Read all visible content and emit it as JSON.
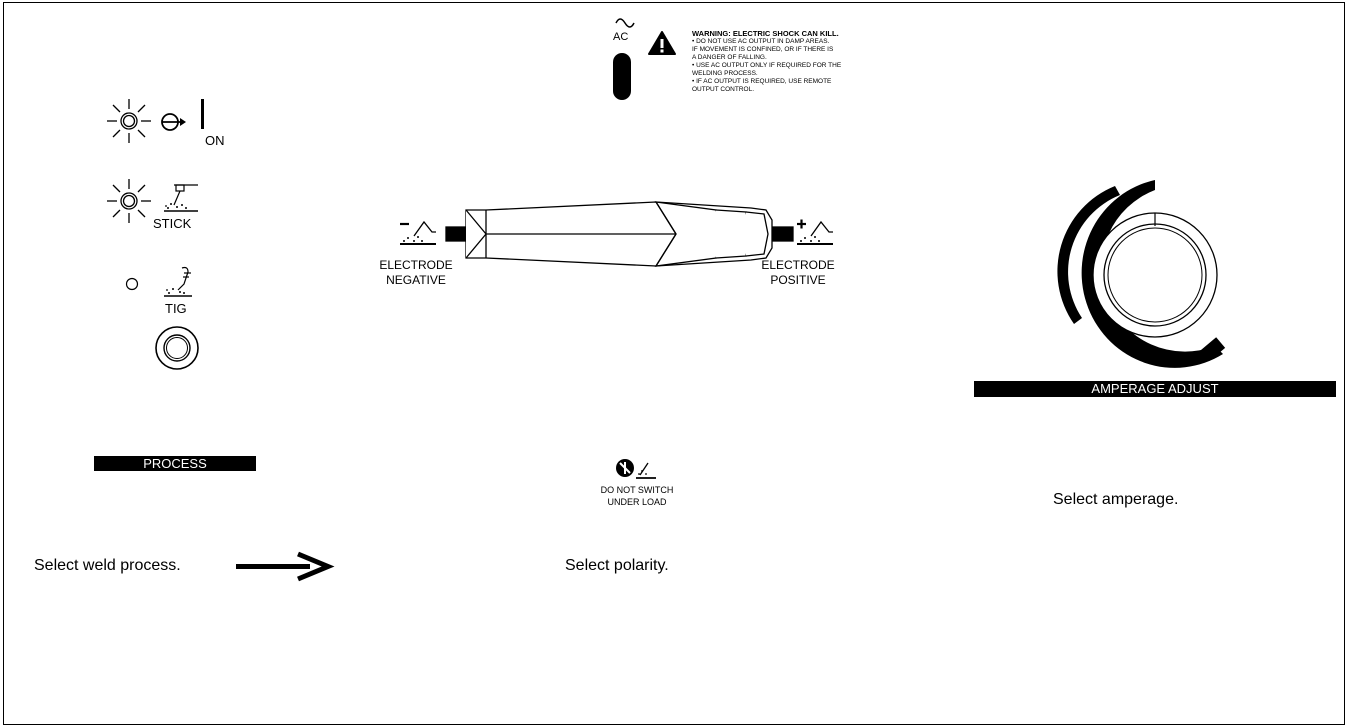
{
  "process_panel": {
    "on_label": "ON",
    "stick_label": "STICK",
    "tig_label": "TIG",
    "process_bar": "PROCESS"
  },
  "ac_panel": {
    "ac_label": "AC",
    "warning_title": "WARNING:  ELECTRIC SHOCK CAN KILL.",
    "warning_lines": [
      "• DO NOT USE AC OUTPUT IN DAMP AREAS.",
      "   IF MOVEMENT IS CONFINED, OR IF THERE IS",
      "   A DANGER OF FALLING.",
      "• USE AC OUTPUT ONLY IF REQUIRED FOR THE",
      "   WELDING PROCESS.",
      "• IF AC OUTPUT IS REQUIRED, USE REMOTE",
      "   OUTPUT CONTROL."
    ]
  },
  "polarity_panel": {
    "negative_line1": "ELECTRODE",
    "negative_line2": "NEGATIVE",
    "positive_line1": "ELECTRODE",
    "positive_line2": "POSITIVE",
    "dont_switch_line1": "DO NOT SWITCH",
    "dont_switch_line2": "UNDER LOAD"
  },
  "amperage_panel": {
    "bar_label": "AMPERAGE ADJUST"
  },
  "instructions": {
    "process": "Select weld process.",
    "polarity": "Select polarity.",
    "amperage": "Select amperage."
  }
}
